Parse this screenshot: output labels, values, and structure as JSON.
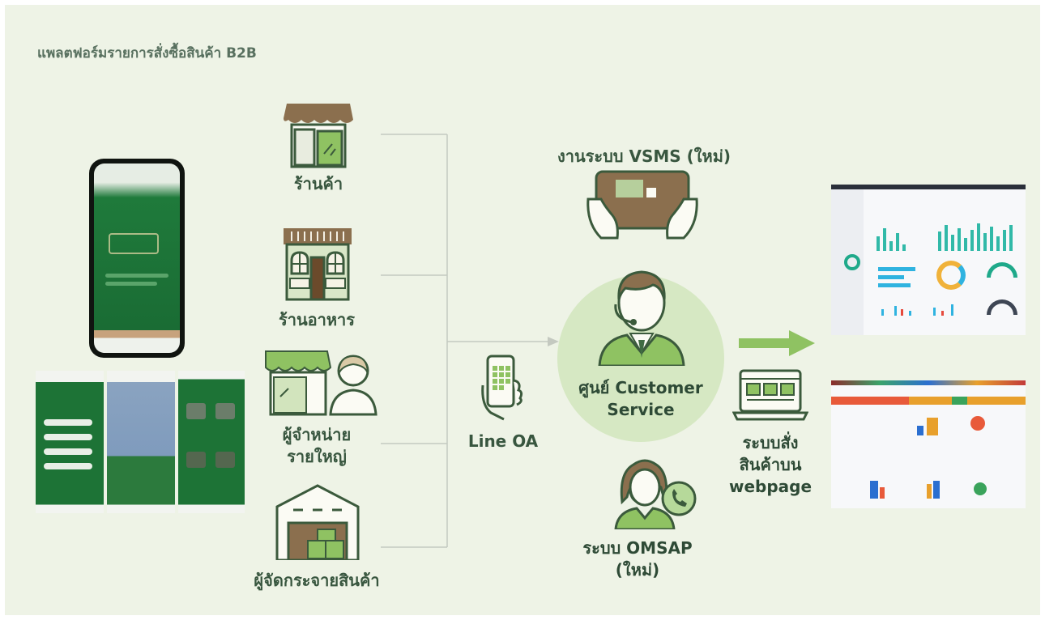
{
  "title": "แพลตฟอร์มรายการสั่งซื้อสินค้า B2B",
  "channels": [
    {
      "label": "ร้านค้า"
    },
    {
      "label": "ร้านอาหาร"
    },
    {
      "label": "ผู้จำหน่าย\nรายใหญ่"
    },
    {
      "label": "ผู้จัดกระจายสินค้า"
    }
  ],
  "line_oa": {
    "label": "Line OA"
  },
  "vsms": {
    "label": "งานระบบ VSMS (ใหม่)"
  },
  "customer_service": {
    "label": "ศูนย์ Customer\nService"
  },
  "omsap": {
    "label": "ระบบ OMSAP\n(ใหม่)"
  },
  "webpage": {
    "label": "ระบบสั่ง\nสินค้าบน\nwebpage"
  },
  "colors": {
    "background": "#eef3e6",
    "accent_green": "#8fc262",
    "dark_green": "#3f6b42",
    "line_gray": "#c4c9c0"
  },
  "icons": [
    "shop-icon",
    "restaurant-icon",
    "wholesaler-icon",
    "warehouse-icon",
    "mobile-phone-icon",
    "tablet-icon",
    "customer-service-agent-icon",
    "call-agent-icon",
    "laptop-icon",
    "arrow-right-icon"
  ]
}
